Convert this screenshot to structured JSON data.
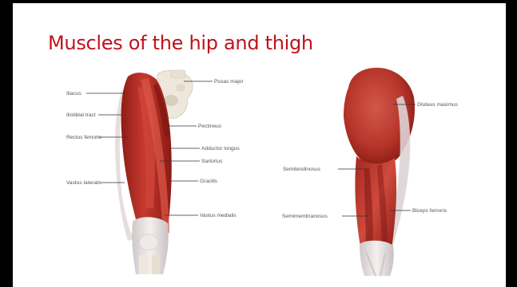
{
  "slide": {
    "title": "Muscles of the hip and thigh"
  },
  "anterior_view": {
    "labels": {
      "iliacus": "Iliacus",
      "iliotibial_tract": "Iliotibial tract",
      "rectus_femoris": "Rectus femoris",
      "vastus_lateralis": "Vastus lateralis",
      "psoas_major": "Psoas major",
      "pectineus": "Pectineus",
      "adductor_longus": "Adductor longus",
      "sartorius": "Sartorius",
      "gracilis": "Gracilis",
      "vastus_medialis": "Vastus medialis"
    }
  },
  "posterior_view": {
    "labels": {
      "gluteus_maximus": "Gluteus maximus",
      "semitendinosus": "Semitendinosus",
      "semimembranosus": "Semimembranosus",
      "biceps_femoris": "Biceps femoris"
    }
  },
  "colors": {
    "title": "#c0121c",
    "muscle": "#b8312a",
    "muscle_dark": "#7d1712",
    "tendon": "#e9e3e4",
    "bone": "#eee8dc"
  }
}
